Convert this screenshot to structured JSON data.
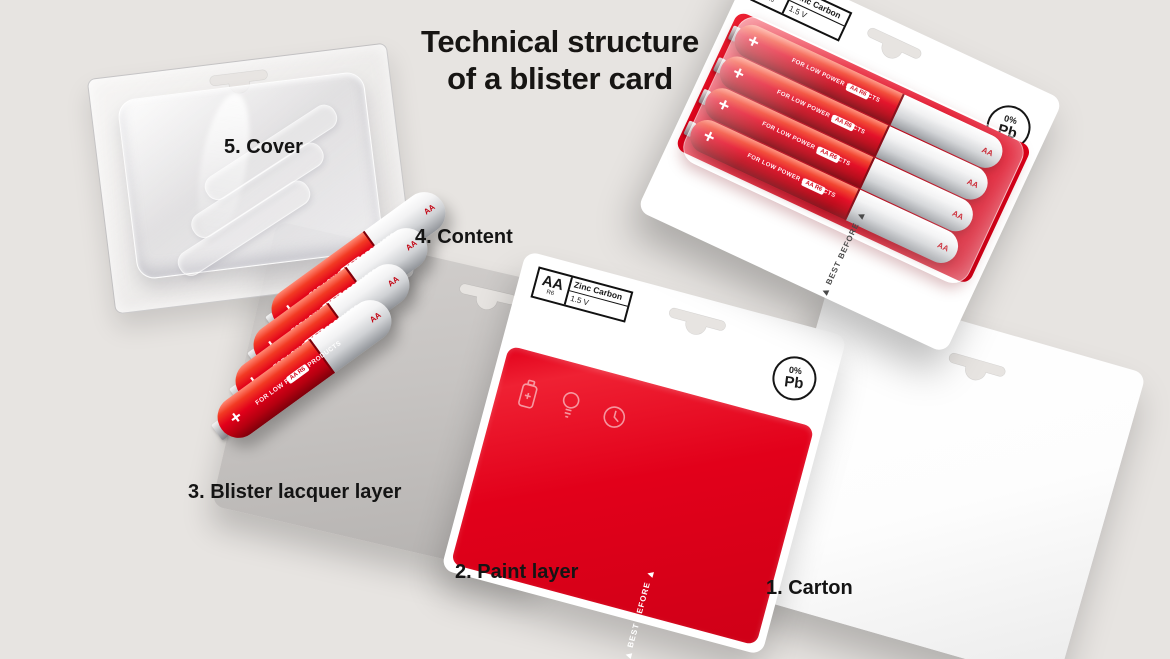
{
  "title": {
    "line1": "Technical structure",
    "line2": "of a blister card"
  },
  "labels": {
    "cover": "5. Cover",
    "content": "4. Content",
    "lacquer": "3. Blister lacquer layer",
    "paint": "2. Paint layer",
    "carton": "1. Carton"
  },
  "card": {
    "type": "AA",
    "size": "R6",
    "chemistry": "Zinc Carbon",
    "voltage": "1.5 V",
    "best_before": "BEST BEFORE",
    "pb_percent": "0%",
    "pb_symbol": "Pb"
  },
  "battery": {
    "slogan": "FOR LOW POWER PRODUCTS",
    "panel": "AA R6",
    "plus": "+"
  },
  "colors": {
    "background": "#e7e4e1",
    "red": "#e2001a",
    "grey_card": "#c7c4c2",
    "ink": "#1a1a1a"
  }
}
